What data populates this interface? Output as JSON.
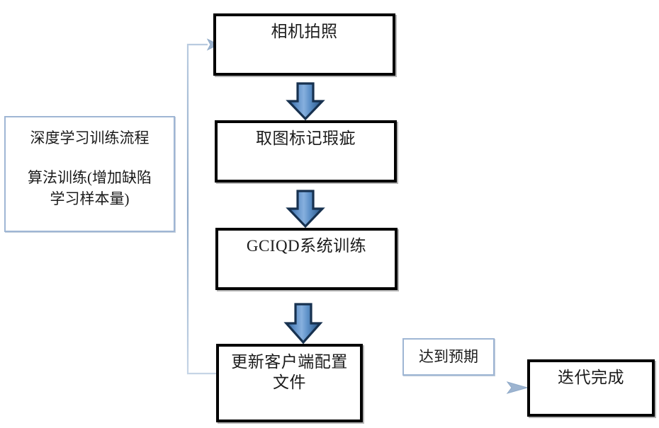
{
  "diagram": {
    "type": "flowchart",
    "title_box": {
      "name": "deep-learning-training-process",
      "line1": "深度学习训练流程",
      "line2": "算法训练(增加缺陷\n学习样本量)"
    },
    "process_steps": [
      {
        "id": "step-camera",
        "label": "相机拍照"
      },
      {
        "id": "step-mark",
        "label": "取图标记瑕疵"
      },
      {
        "id": "step-train",
        "label": "GCIQD系统训练"
      },
      {
        "id": "step-update",
        "label": "更新客户端配置\n文件"
      }
    ],
    "condition_label": {
      "id": "condition-expected",
      "label": "达到预期"
    },
    "terminal": {
      "id": "step-done",
      "label": "迭代完成"
    },
    "connectors": [
      {
        "id": "arrow-camera-to-mark",
        "kind": "block-down-arrow"
      },
      {
        "id": "arrow-mark-to-train",
        "kind": "block-down-arrow"
      },
      {
        "id": "arrow-train-to-update",
        "kind": "block-down-arrow"
      },
      {
        "id": "arrow-update-to-done",
        "kind": "thin-line-arrow"
      },
      {
        "id": "arrow-feedback-loop",
        "kind": "thin-line-arrow"
      }
    ]
  },
  "colors": {
    "box_border": "#000000",
    "thin_border": "#9fb6d4",
    "arrow_fill_light": "#7ba7d7",
    "arrow_fill_dark": "#2e5f94",
    "arrow_outline": "#17314f",
    "line_color": "#8ea9c8",
    "text": "#1b1b1b",
    "background": "#ffffff"
  }
}
